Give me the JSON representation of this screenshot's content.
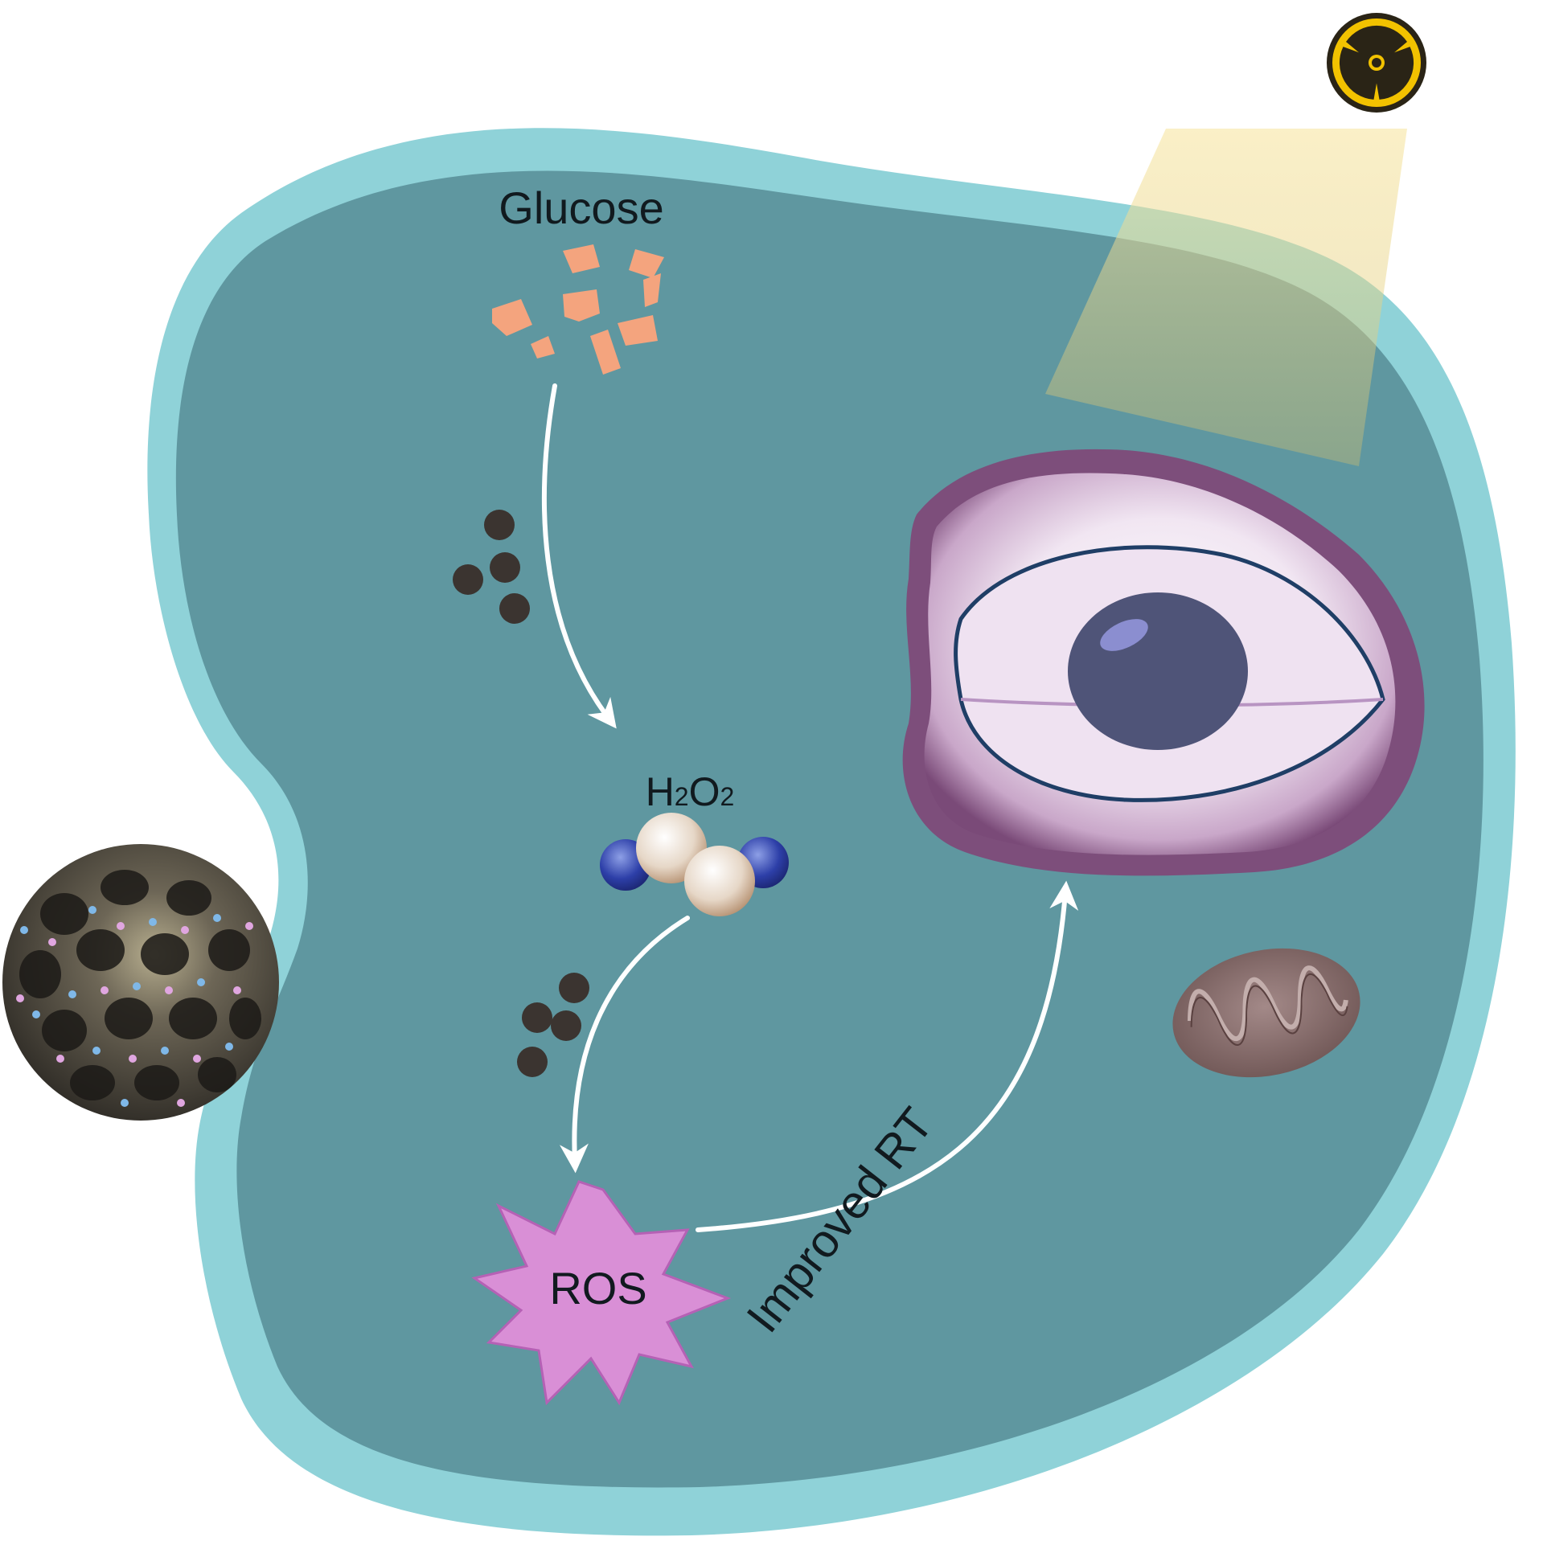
{
  "labels": {
    "glucose": "Glucose",
    "h2o2_prefix": "H",
    "h2o2_sub1": "2",
    "h2o2_mid": "O",
    "h2o2_sub2": "2",
    "ros": "ROS",
    "improved_rt": "Improved RT"
  },
  "colors": {
    "cell_fill": "#5f97a0",
    "cell_rim": "#8fd2d8",
    "nucleus_outer": "#7a4a78",
    "nucleus_inner": "#e9d6ec",
    "nucleolus": "#4f5478",
    "ros_star": "#d98fd6",
    "glucose": "#f4a47e",
    "catalyst_dots": "#3b3430",
    "radiation_yellow": "#f2c200",
    "beam": "#f3d77a",
    "nanoparticle": "#4a463d",
    "mitochondrion": "#8a6e6c",
    "arrow": "#ffffff"
  },
  "icons": [
    "radiation-icon",
    "nanoparticle-icon",
    "mitochondrion-icon",
    "h2o2-molecule-icon",
    "glucose-fragments-icon"
  ]
}
